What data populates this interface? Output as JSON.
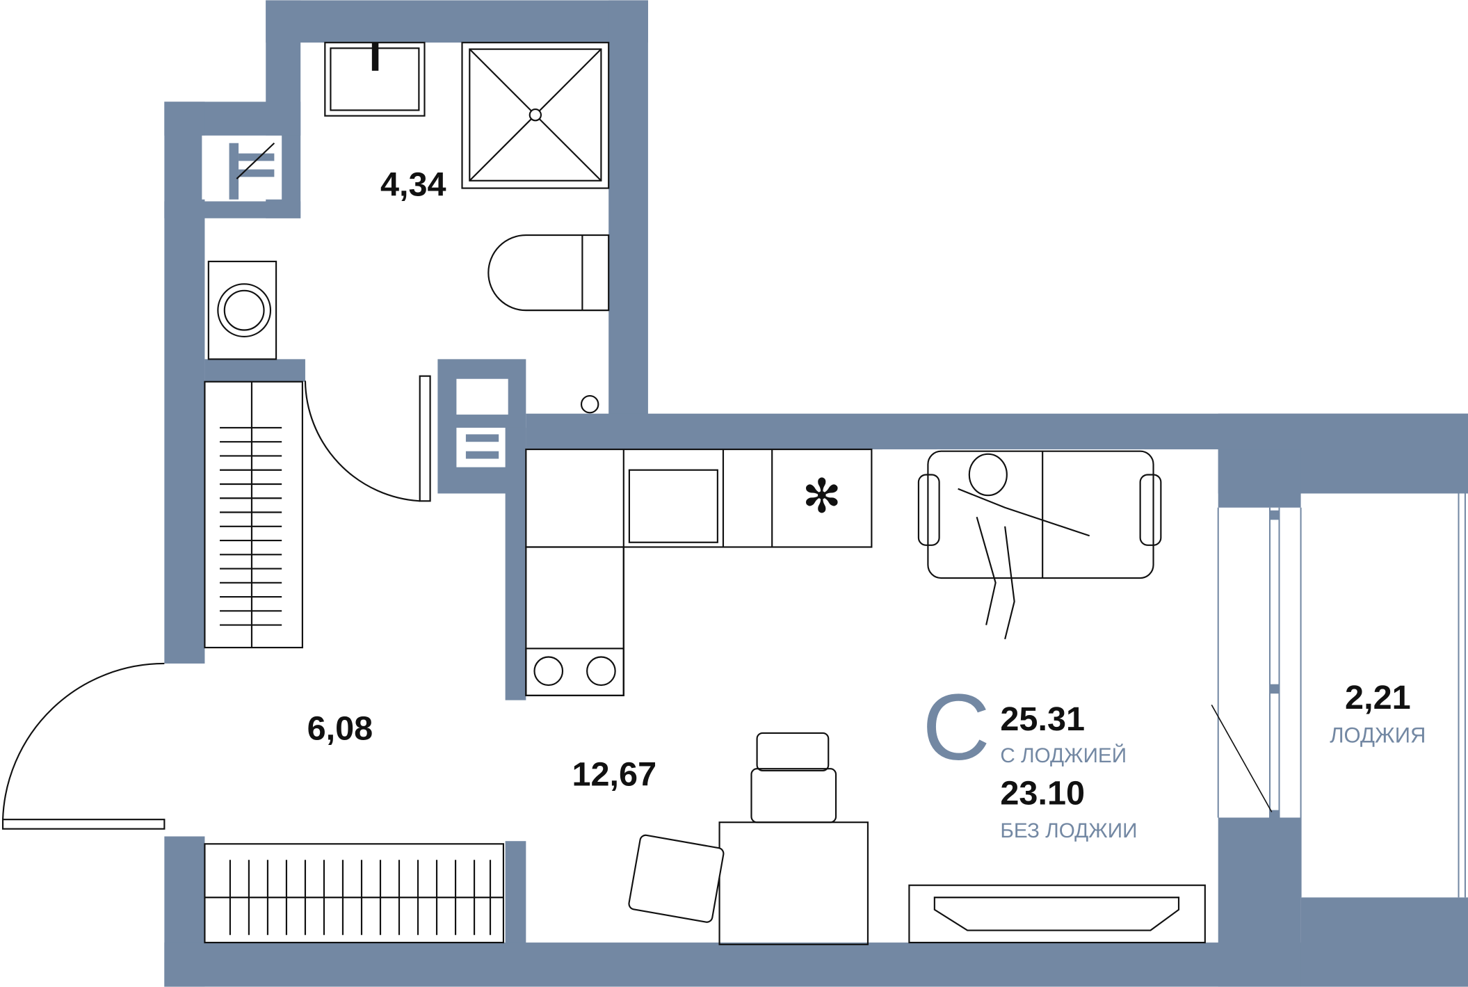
{
  "rooms": {
    "bathroom_area": "4,34",
    "hall_area": "6,08",
    "living_area": "12,67",
    "loggia_area": "2,21",
    "loggia_label": "ЛОДЖИЯ"
  },
  "summary": {
    "type_letter": "С",
    "total_with_loggia": "25.31",
    "with_loggia_label": "С ЛОДЖИЕЙ",
    "total_without_loggia": "23.10",
    "without_loggia_label": "БЕЗ ЛОДЖИИ"
  },
  "colors": {
    "wall": "#7388a3",
    "text": "#111111"
  }
}
